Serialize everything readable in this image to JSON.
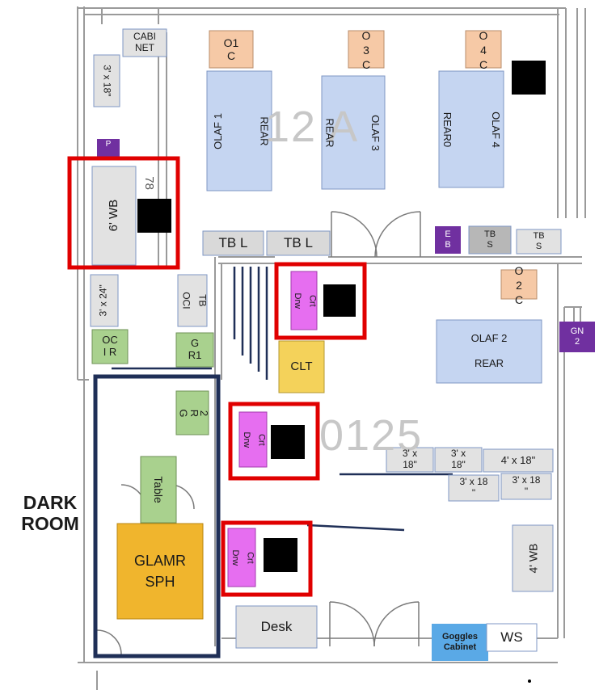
{
  "room_watermarks": {
    "top_room": "12 A",
    "bottom_room": "0125"
  },
  "dark_room_label": {
    "line1": "DARK",
    "line2": "ROOM"
  },
  "top_room": {
    "cabinet": "CABI NET",
    "oc_units": [
      {
        "line1": "O1",
        "line2": "C"
      },
      {
        "line1": "O",
        "line2": "3",
        "line3": "C"
      },
      {
        "line1": "O",
        "line2": "4",
        "line3": "C"
      }
    ],
    "shelf_3x18": "3' x 18\"",
    "p_label": "P",
    "olaf1": {
      "name": "OLAF 1",
      "side": "REAR"
    },
    "olaf3": {
      "name": "OLAF 3",
      "side": "REAR"
    },
    "olaf4": {
      "name": "OLAF 4",
      "side": "REAR0"
    },
    "wb6": "6' WB",
    "wb6_tag": "78",
    "tbl_1": "TB L",
    "tbl_2": "TB L",
    "eb": {
      "line1": "E",
      "line2": "B"
    },
    "tbs_1": {
      "line1": "TB",
      "line2": "S"
    },
    "tbs_2": {
      "line1": "TB",
      "line2": "S"
    }
  },
  "left_column": {
    "shelf_3x24": "3' x 24\"",
    "ocitb": {
      "line1": "OCI",
      "line2": "TB"
    },
    "ocir": {
      "line1": "OC",
      "line2": "I R"
    },
    "gr1": {
      "line1": "G",
      "line2": "R1"
    },
    "gr2": {
      "line1": "G",
      "line2": "R",
      "line3": "2"
    },
    "table": "Table",
    "glamr": {
      "line1": "GLAMR",
      "line2": "SPH"
    }
  },
  "bottom_room": {
    "drw_crt_1": {
      "line1": "Drw",
      "line2": "Crt"
    },
    "drw_crt_2": {
      "line1": "Drw",
      "line2": "Crt"
    },
    "drw_crt_3": {
      "line1": "Drw",
      "line2": "Crt"
    },
    "clt": "CLT",
    "oc2": {
      "line1": "O",
      "line2": "2",
      "line3": "C"
    },
    "olaf2": {
      "name": "OLAF 2",
      "side": "REAR"
    },
    "gn2": {
      "line1": "GN",
      "line2": "2"
    },
    "shelves": [
      "3' x 18\"",
      "3' x 18\"",
      "4' x 18\"",
      "3' x 18 \"",
      "3' x 18 \""
    ],
    "wb4": "4' WB",
    "desk": "Desk",
    "goggles": {
      "line1": "Goggles",
      "line2": "Cabinet"
    },
    "ws": "WS"
  },
  "palette": {
    "wall": "#9a9a9a",
    "olaf_fill": "#c5d5f1",
    "olaf_stroke": "#7f97c4",
    "oc_fill": "#f6c9a6",
    "green_fill": "#a9d18e",
    "magenta_fill": "#e66ef0",
    "purple_fill": "#7030a0",
    "grey_fill": "#e2e2e2",
    "yellow_fill": "#f4d25a",
    "gold_fill": "#f0b52d",
    "highlight_red": "#e00000",
    "dark_room_navy": "#1f2f57",
    "goggles_blue": "#5aa9e6"
  }
}
